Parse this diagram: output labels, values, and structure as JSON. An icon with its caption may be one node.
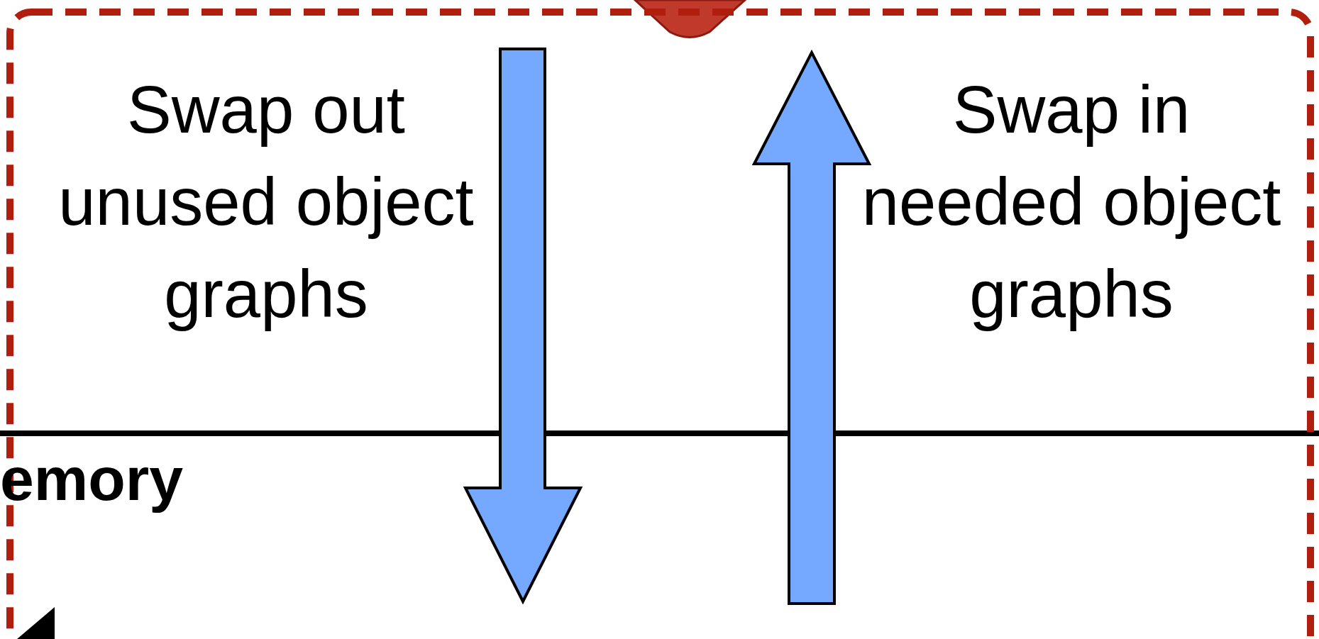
{
  "diagram": {
    "nodes": [
      {
        "text": [],
        "shape": "box"
      }
    ],
    "labels": [
      "Swap out unused object graphs",
      "Swap in needed object graphs",
      "emory"
    ]
  }
}
